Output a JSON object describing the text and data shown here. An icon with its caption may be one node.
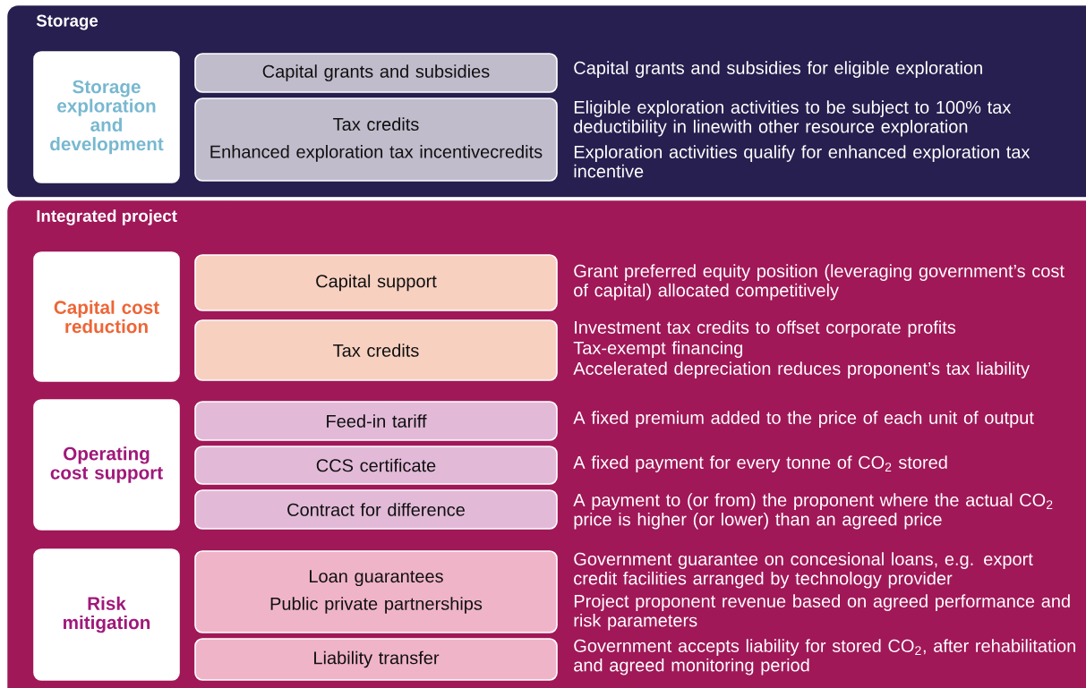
{
  "diagram": {
    "nodes": [
      {
        "text": [
          "Storage"
        ]
      },
      {
        "text": [
          "Storage exploration and development"
        ],
        "in": 0
      },
      {
        "text": [
          "Capital grants and subsidies"
        ],
        "in": 0,
        "beside": [
          "Capital grants and subsidies for eligible exploration"
        ]
      },
      {
        "text": [
          "Tax credits",
          "Enhanced exploration tax incentivecredits"
        ],
        "in": 0,
        "beside": [
          "Eligible exploration activities to be subject to 100% tax deductibility in linewith other resource exploration",
          "Exploration activities qualify for enhanced exploration tax incentive"
        ]
      },
      {
        "text": [
          "Integrated project"
        ]
      },
      {
        "text": [
          "Capital cost reduction"
        ],
        "in": 4
      },
      {
        "text": [
          "Capital support"
        ],
        "in": 4,
        "beside": [
          "Grant preferred equity position (leveraging government’s cost of capital) allocated competitively"
        ]
      },
      {
        "text": [
          "Tax credits"
        ],
        "in": 4,
        "beside": [
          "Investment tax credits to offset corporate profits",
          "Tax-exempt financing",
          "Accelerated depreciation reduces proponent’s tax liability"
        ]
      },
      {
        "text": [
          "Operating cost support"
        ],
        "in": 4
      },
      {
        "text": [
          "Feed-in tariff"
        ],
        "in": 4,
        "beside": [
          "A fixed premium added to the price of each unit of output"
        ]
      },
      {
        "text": [
          "CCS certificate"
        ],
        "in": 4,
        "beside": [
          "A fixed payment for every tonne of CO$_{2}$ stored"
        ]
      },
      {
        "text": [
          "Contract for difference"
        ],
        "in": 4,
        "beside": [
          "A payment to (or from) the proponent where the actual CO$_{2}$ price is higher (or lower) than an agreed price"
        ]
      },
      {
        "text": [
          "Risk mitigation"
        ],
        "in": 4
      },
      {
        "text": [
          "Loan guarantees",
          "Public private partnerships"
        ],
        "in": 4,
        "beside": [
          "Government guarantee on concesional loans, e.g. export credit facilities arranged by technology provider",
          "Project proponent revenue based on agreed performance and risk parameters"
        ]
      },
      {
        "text": [
          "Liability transfer"
        ],
        "in": 4,
        "beside": [
          "Government accepts liability for stored CO$_{2}$, after rehabilitation and agreed monitoring period"
        ]
      }
    ]
  }
}
